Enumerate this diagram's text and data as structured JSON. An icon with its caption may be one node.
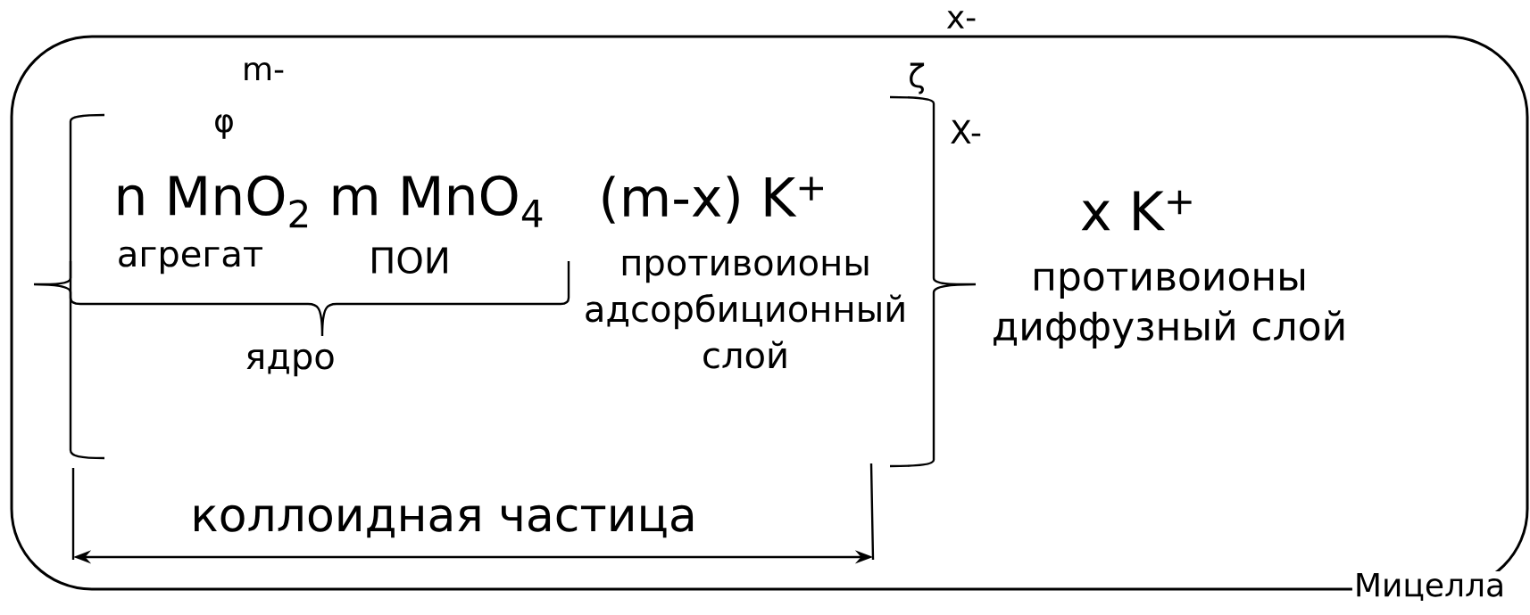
{
  "diagram": {
    "nodes": [
      {
        "text": [
          "Мицелла"
        ]
      }
    ],
    "labels": [
      "x-",
      "m-",
      "ζ",
      "φ",
      "X-",
      "n MnO$_{2}$ m MnO$_{4}$",
      "(m-x) K$^{+}$",
      "x K$^{+}$",
      "агрегат",
      "ПОИ",
      "противоионы адсорбиционный слой",
      "ядро",
      "противоионы диффузный слой",
      "коллоидная частица"
    ]
  }
}
